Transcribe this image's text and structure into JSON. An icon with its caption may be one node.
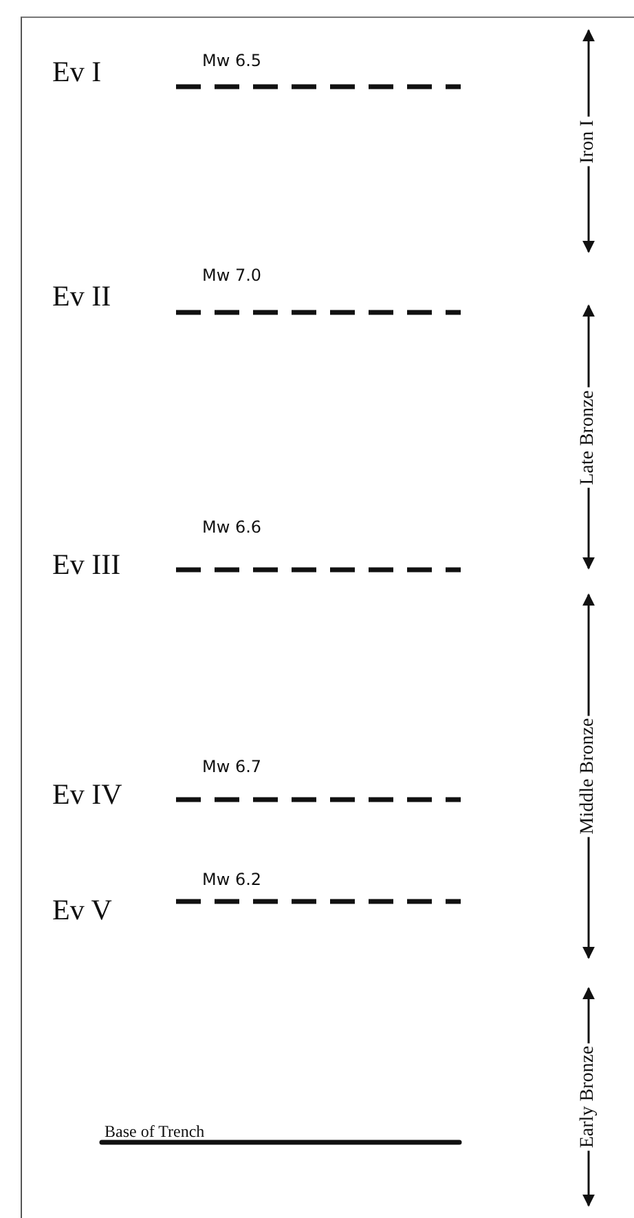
{
  "diagram": {
    "labels": [
      "Mw 6.5",
      "Ev I",
      "Iron I",
      "Mw 7.0",
      "Ev II",
      "Late Bronze",
      "Mw 6.6",
      "Ev III",
      "Middle Bronze",
      "Mw 6.7",
      "Ev IV",
      "Mw 6.2",
      "Ev V",
      "Early Bronze",
      "Base of Trench"
    ]
  }
}
